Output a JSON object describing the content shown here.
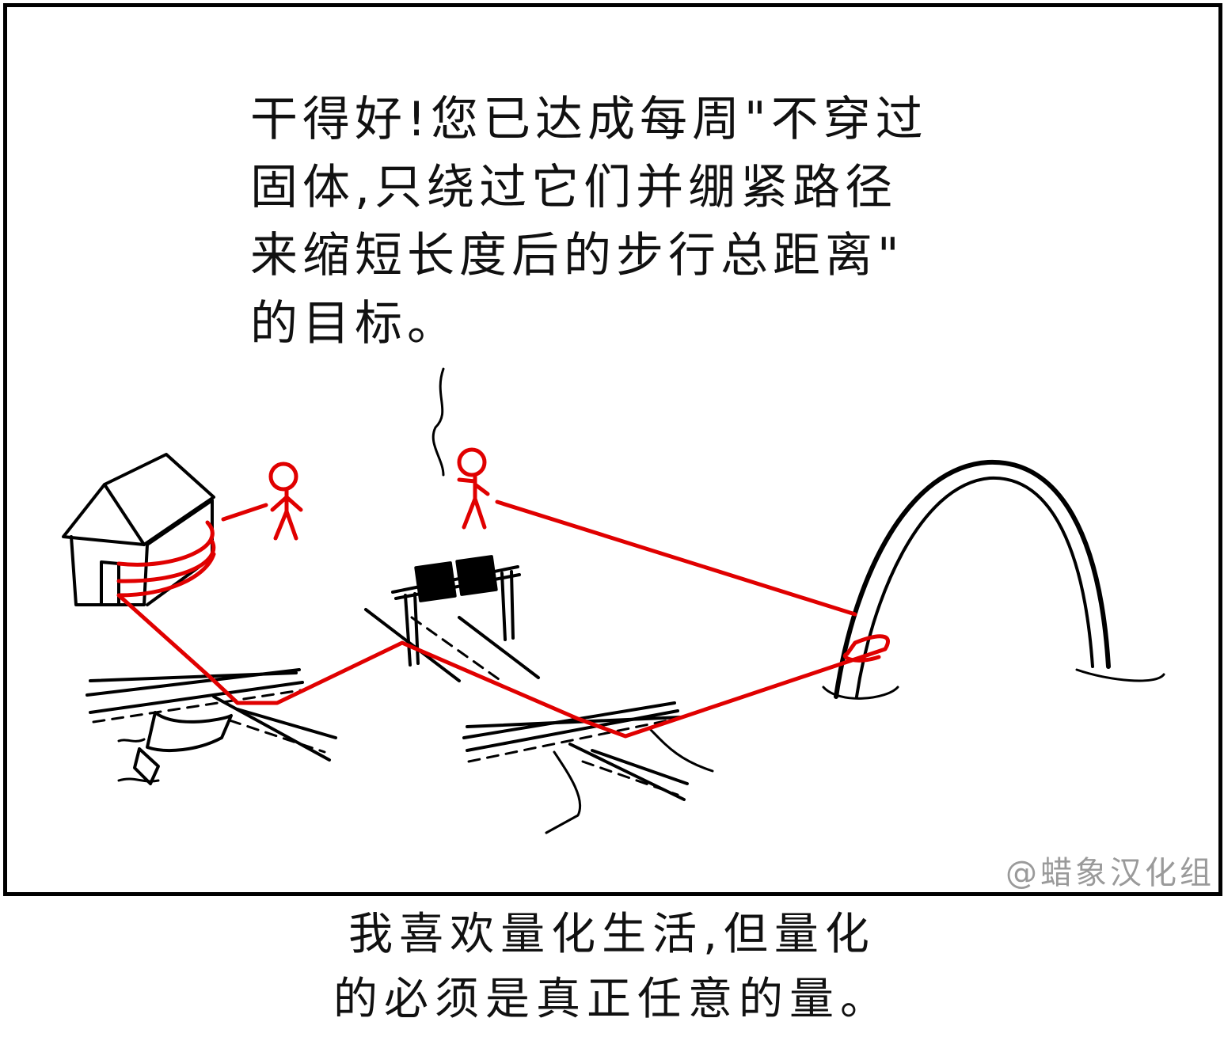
{
  "panel": {
    "speech_text": "干得好!您已达成每周\"不穿过\n固体,只绕过它们并绷紧路径\n来缩短长度后的步行总距离\"\n的目标。",
    "watermark": "@蜡象汉化组"
  },
  "caption": {
    "text": "我喜欢量化生活,但量化\n的必须是真正任意的量。"
  },
  "colors": {
    "ink": "#000000",
    "path": "#e00000",
    "watermark": "#9a9a9a",
    "background": "#ffffff"
  }
}
